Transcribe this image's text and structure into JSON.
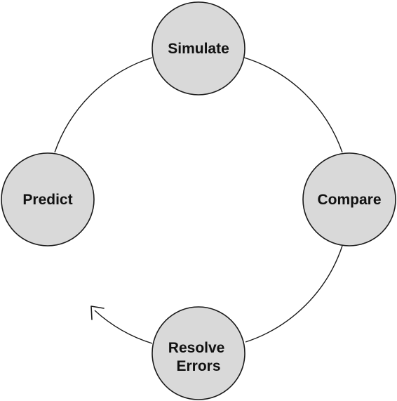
{
  "diagram": {
    "type": "cycle",
    "stroke_color": "#1a1a1a",
    "node_fill": "#d9d9d9",
    "text_color": "#111111",
    "nodes": [
      {
        "id": "simulate",
        "label": "Simulate"
      },
      {
        "id": "compare",
        "label": "Compare"
      },
      {
        "id": "resolve-errors",
        "label": "Resolve Errors",
        "lines": [
          "Resolve",
          "Errors"
        ]
      },
      {
        "id": "predict",
        "label": "Predict"
      }
    ],
    "flow": [
      {
        "from": "predict",
        "to": "simulate"
      },
      {
        "from": "simulate",
        "to": "compare"
      },
      {
        "from": "compare",
        "to": "resolve-errors"
      },
      {
        "from": "resolve-errors",
        "to": "predict",
        "open_arrow": true
      }
    ]
  }
}
